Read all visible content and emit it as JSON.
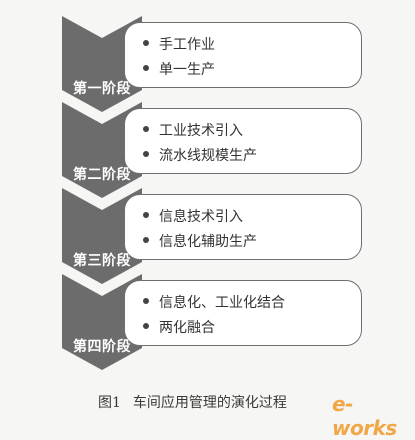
{
  "stages": [
    {
      "label": "第一阶段",
      "items": [
        "手工作业",
        "单一生产"
      ]
    },
    {
      "label": "第二阶段",
      "items": [
        "工业技术引入",
        "流水线规模生产"
      ]
    },
    {
      "label": "第三阶段",
      "items": [
        "信息技术引入",
        "信息化辅助生产"
      ]
    },
    {
      "label": "第四阶段",
      "items": [
        "信息化、工业化结合",
        "两化融合"
      ]
    }
  ],
  "caption": {
    "figure_number": "图1",
    "title": "车间应用管理的演化过程"
  },
  "watermark": "e-works",
  "colors": {
    "chevron": "#6c6c6c",
    "box_border": "#6f6f6f",
    "watermark": "#f19a2a"
  }
}
